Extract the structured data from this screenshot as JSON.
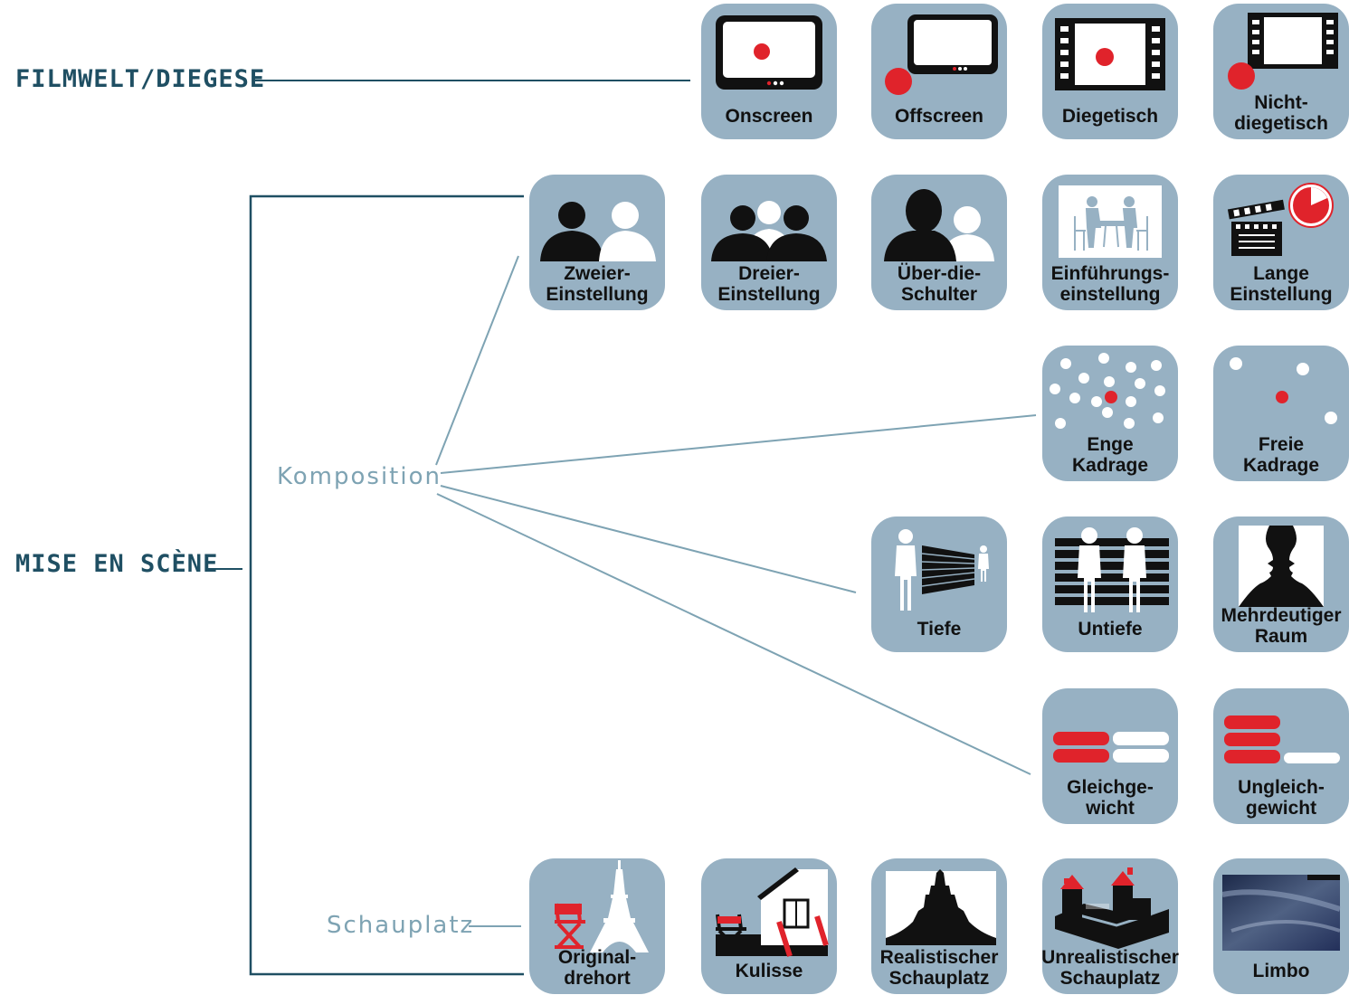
{
  "headings": {
    "filmwelt": "FILMWELT/DIEGESE",
    "mise_en_scene": "MISE EN SCÈNE"
  },
  "subcategories": {
    "komposition": "Komposition",
    "schauplatz": "Schauplatz"
  },
  "tiles": {
    "onscreen": {
      "line1": "Onscreen",
      "line2": ""
    },
    "offscreen": {
      "line1": "Offscreen",
      "line2": ""
    },
    "diegetisch": {
      "line1": "Diegetisch",
      "line2": ""
    },
    "nichtdiegetisch": {
      "line1": "Nicht-",
      "line2": "diegetisch"
    },
    "zweier": {
      "line1": "Zweier-",
      "line2": "Einstellung"
    },
    "dreier": {
      "line1": "Dreier-",
      "line2": "Einstellung"
    },
    "ueber": {
      "line1": "Über-die-",
      "line2": "Schulter"
    },
    "einfuehrung": {
      "line1": "Einführungs-",
      "line2": "einstellung"
    },
    "lange": {
      "line1": "Lange",
      "line2": "Einstellung"
    },
    "enge": {
      "line1": "Enge",
      "line2": "Kadrage"
    },
    "freie": {
      "line1": "Freie",
      "line2": "Kadrage"
    },
    "tiefe": {
      "line1": "Tiefe",
      "line2": ""
    },
    "untiefe": {
      "line1": "Untiefe",
      "line2": ""
    },
    "mehrdeutig": {
      "line1": "Mehrdeutiger",
      "line2": "Raum"
    },
    "gleich": {
      "line1": "Gleichge-",
      "line2": "wicht"
    },
    "ungleich": {
      "line1": "Ungleich-",
      "line2": "gewicht"
    },
    "original": {
      "line1": "Original-",
      "line2": "drehort"
    },
    "kulisse": {
      "line1": "Kulisse",
      "line2": ""
    },
    "realistisch": {
      "line1": "Realistischer",
      "line2": "Schauplatz"
    },
    "unrealistisch": {
      "line1": "Unrealistischer",
      "line2": "Schauplatz"
    },
    "limbo": {
      "line1": "Limbo",
      "line2": ""
    }
  },
  "colors": {
    "tile_bg": "#97b1c3",
    "heading": "#1f4f63",
    "connector_light": "#7ea3b3",
    "accent_red": "#e0232b"
  },
  "icons": {
    "onscreen": "tv-dot-icon",
    "offscreen": "tv-offscreen-dot-icon",
    "diegetisch": "filmstrip-dot-icon",
    "nichtdiegetisch": "filmstrip-outside-dot-icon",
    "zweier": "two-people-icon",
    "dreier": "three-people-icon",
    "ueber": "over-shoulder-icon",
    "einfuehrung": "establishing-shot-icon",
    "lange": "clapperboard-clock-icon",
    "enge": "dense-dots-icon",
    "freie": "sparse-dots-icon",
    "tiefe": "depth-icon",
    "untiefe": "shallow-icon",
    "mehrdeutig": "vase-faces-icon",
    "gleich": "balance-bars-icon",
    "ungleich": "imbalance-bars-icon",
    "original": "eiffel-chair-icon",
    "kulisse": "set-house-icon",
    "realistisch": "castle-silhouette-icon",
    "unrealistisch": "block-castle-icon",
    "limbo": "limbo-void-icon"
  }
}
